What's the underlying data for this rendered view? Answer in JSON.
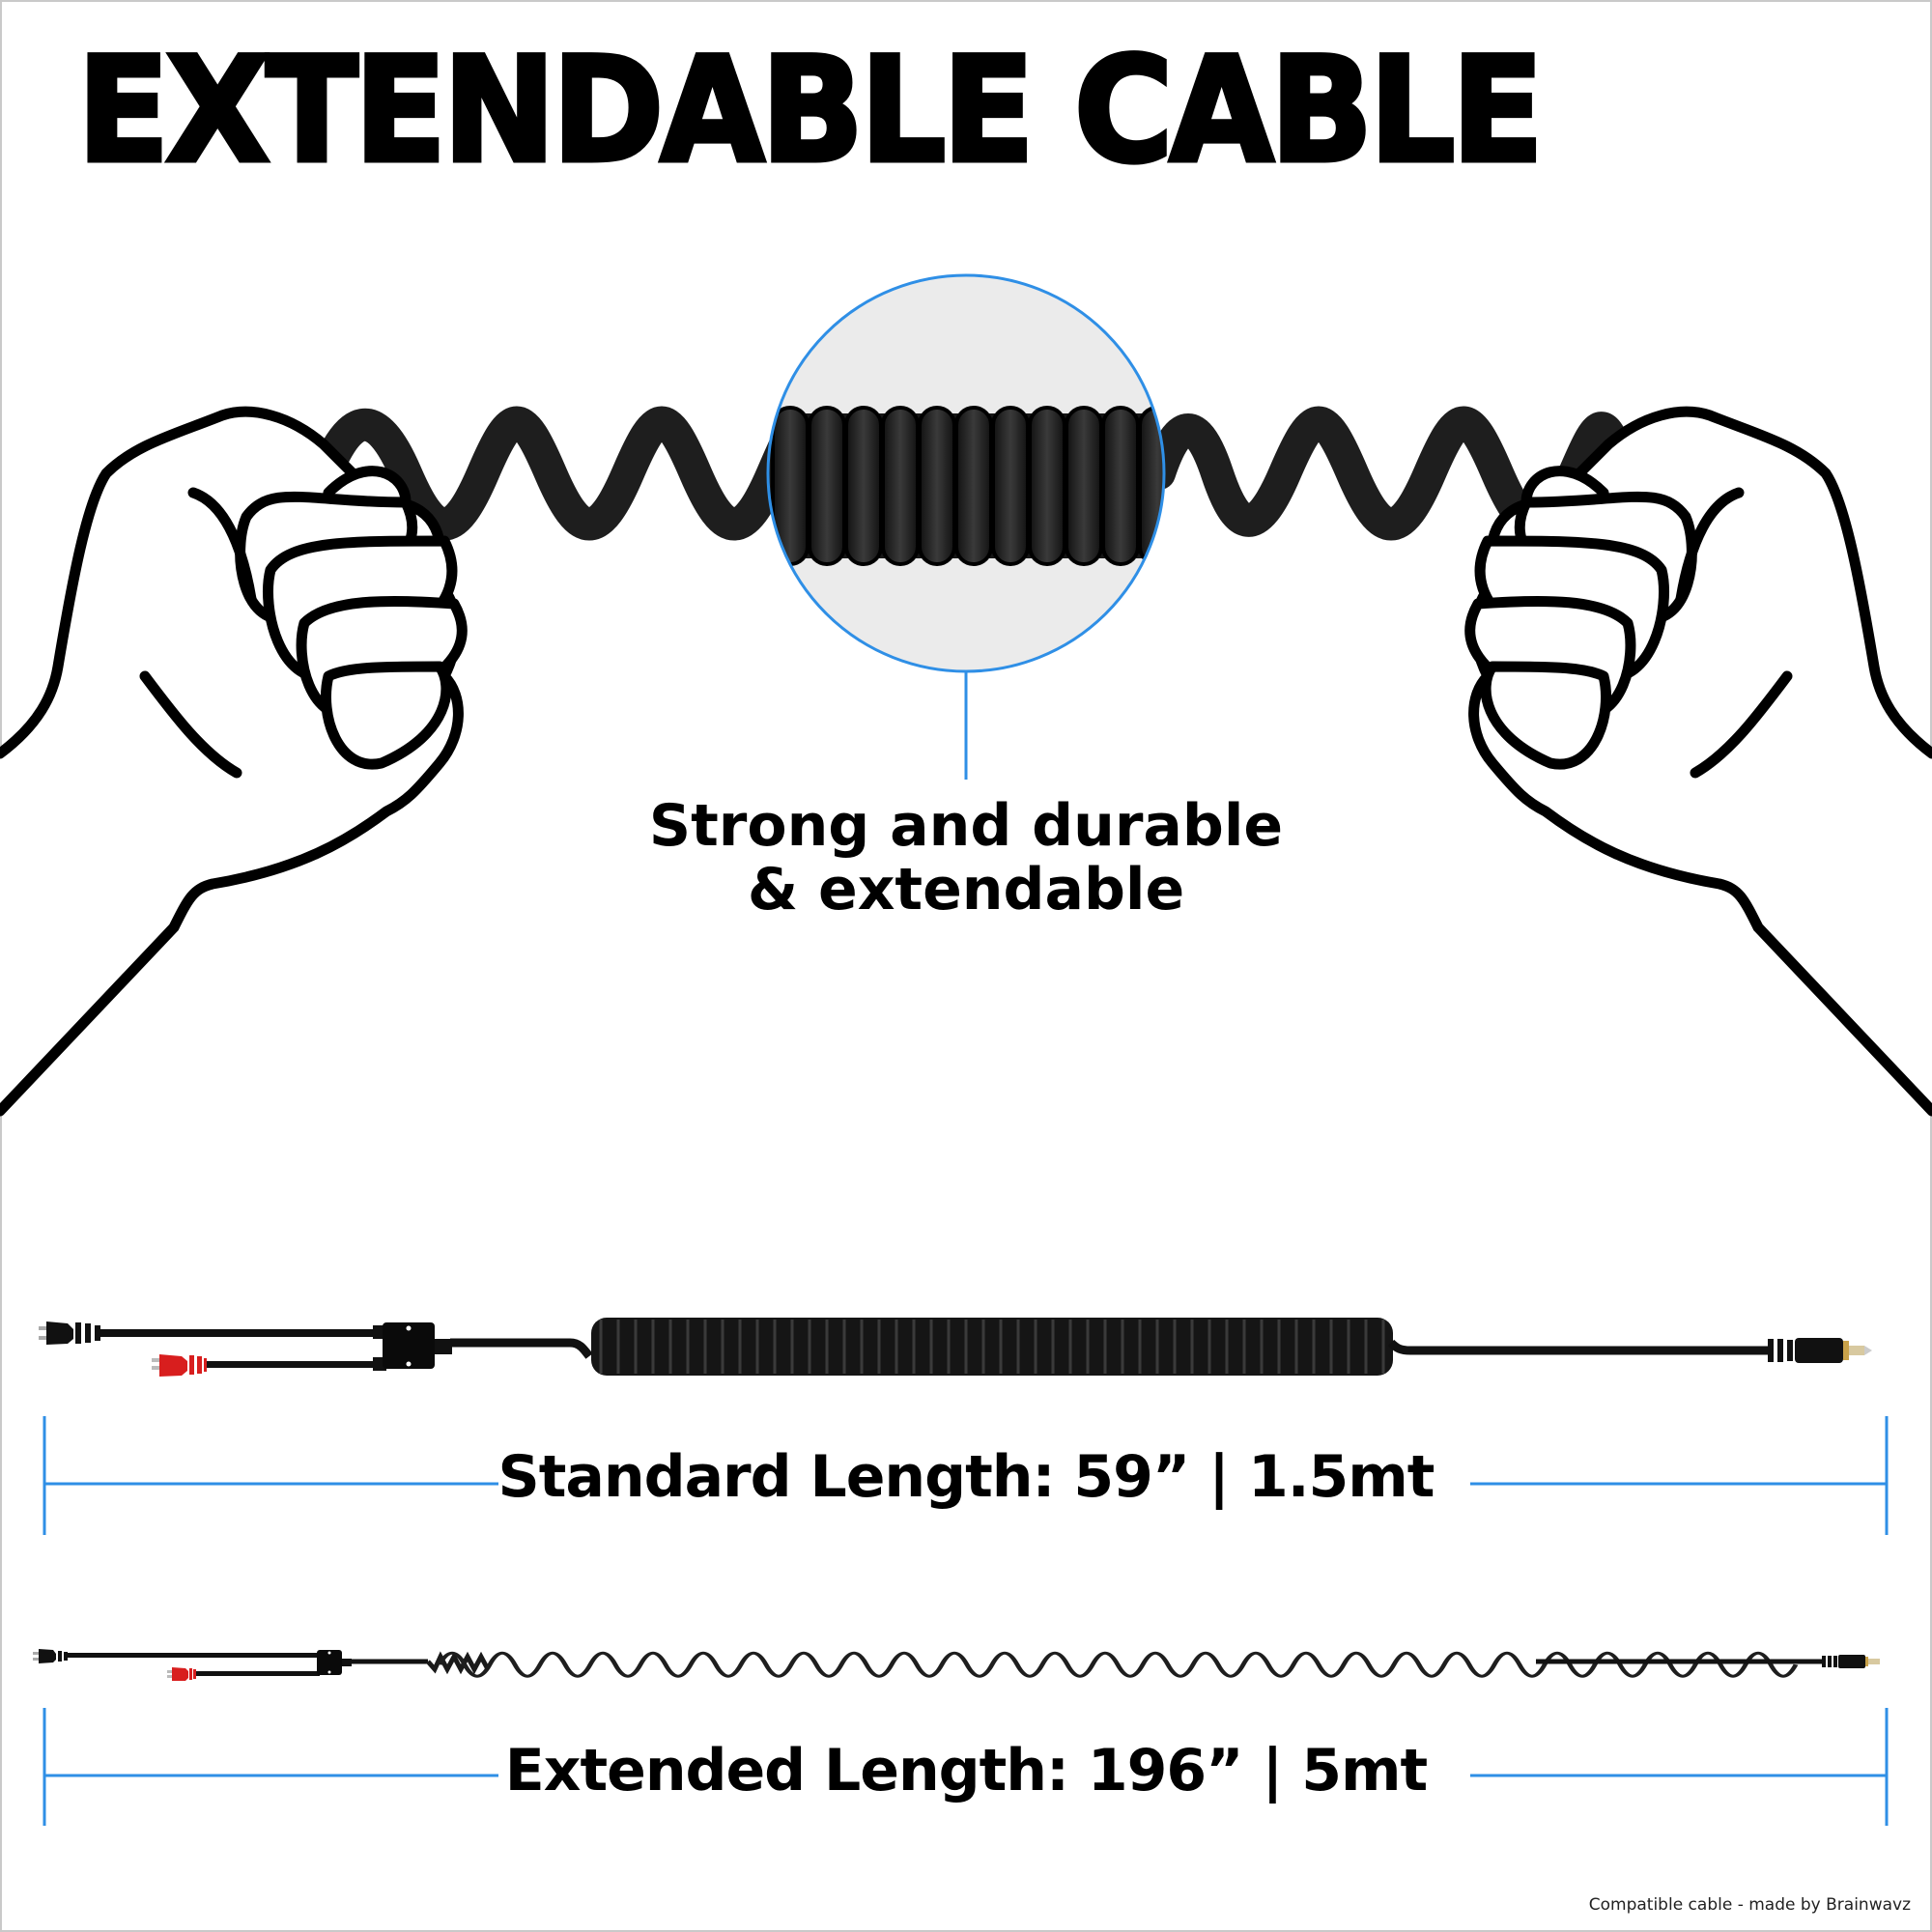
{
  "title": "EXTENDABLE CABLE",
  "callout": {
    "line1": "Strong and durable",
    "line2": "& extendable"
  },
  "lengths": {
    "standard": {
      "label": "Standard Length: 59” | 1.5mt",
      "inches": 59,
      "meters": 1.5
    },
    "extended": {
      "label": "Extended Length: 196” | 5mt",
      "inches": 196,
      "meters": 5
    }
  },
  "footer": "Compatible cable - made by Brainwavz",
  "colors": {
    "accent_blue": "#2f8fe6",
    "ink": "#000000",
    "zoom_bg": "#ebebeb",
    "plug_red": "#d81e1e",
    "gold": "#c9a24a"
  },
  "icons": {
    "left_hand": "fist-holding-cable-icon",
    "right_hand": "fist-holding-cable-icon",
    "zoom_lens": "magnified-coil-icon"
  }
}
